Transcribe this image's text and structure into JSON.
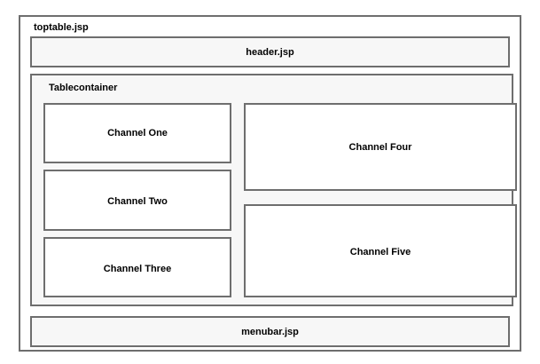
{
  "outer": {
    "label": "toptable.jsp"
  },
  "header": {
    "label": "header.jsp"
  },
  "table_container": {
    "label": "Tablecontainer",
    "left_column": [
      {
        "label": "Channel One"
      },
      {
        "label": "Channel Two"
      },
      {
        "label": "Channel Three"
      }
    ],
    "right_column": [
      {
        "label": "Channel Four"
      },
      {
        "label": "Channel Five"
      }
    ]
  },
  "menubar": {
    "label": "menubar.jsp"
  },
  "colors": {
    "border": "#6e6e6e",
    "panel_background": "#f7f7f7",
    "box_background": "#ffffff",
    "page_background": "#ffffff",
    "text": "#000000"
  }
}
